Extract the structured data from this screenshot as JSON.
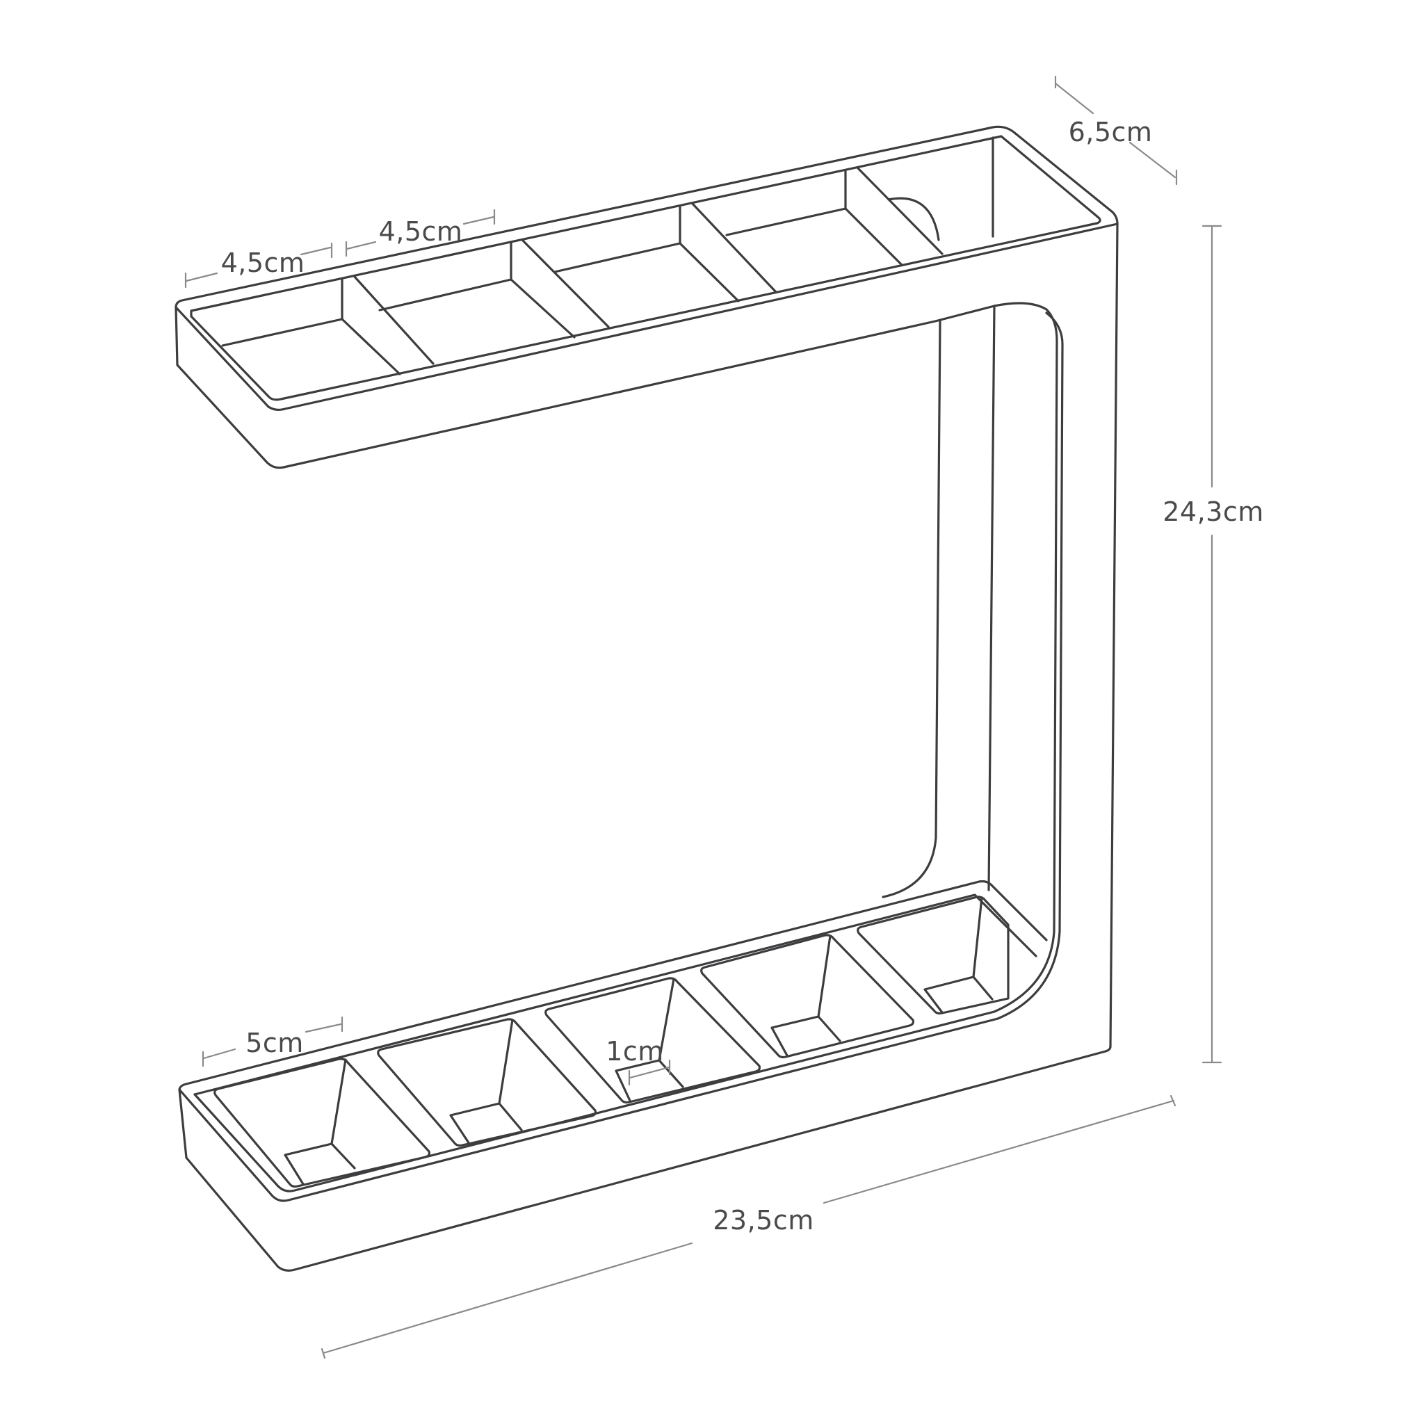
{
  "figure": {
    "subject": "Umbrella stand line drawing with dimensions",
    "stroke_color": "#3d3d3f",
    "dimension_color": "#8a8a8c",
    "background": "#ffffff"
  },
  "dimensions": {
    "depth": "6,5cm",
    "height": "24,3cm",
    "width": "23,5cm",
    "top_slot_1": "4,5cm",
    "top_slot_2": "4,5cm",
    "bottom_tray": "5cm",
    "drain_hole": "1cm"
  },
  "parts": {
    "top_compartments": 5,
    "bottom_trays": 5
  }
}
